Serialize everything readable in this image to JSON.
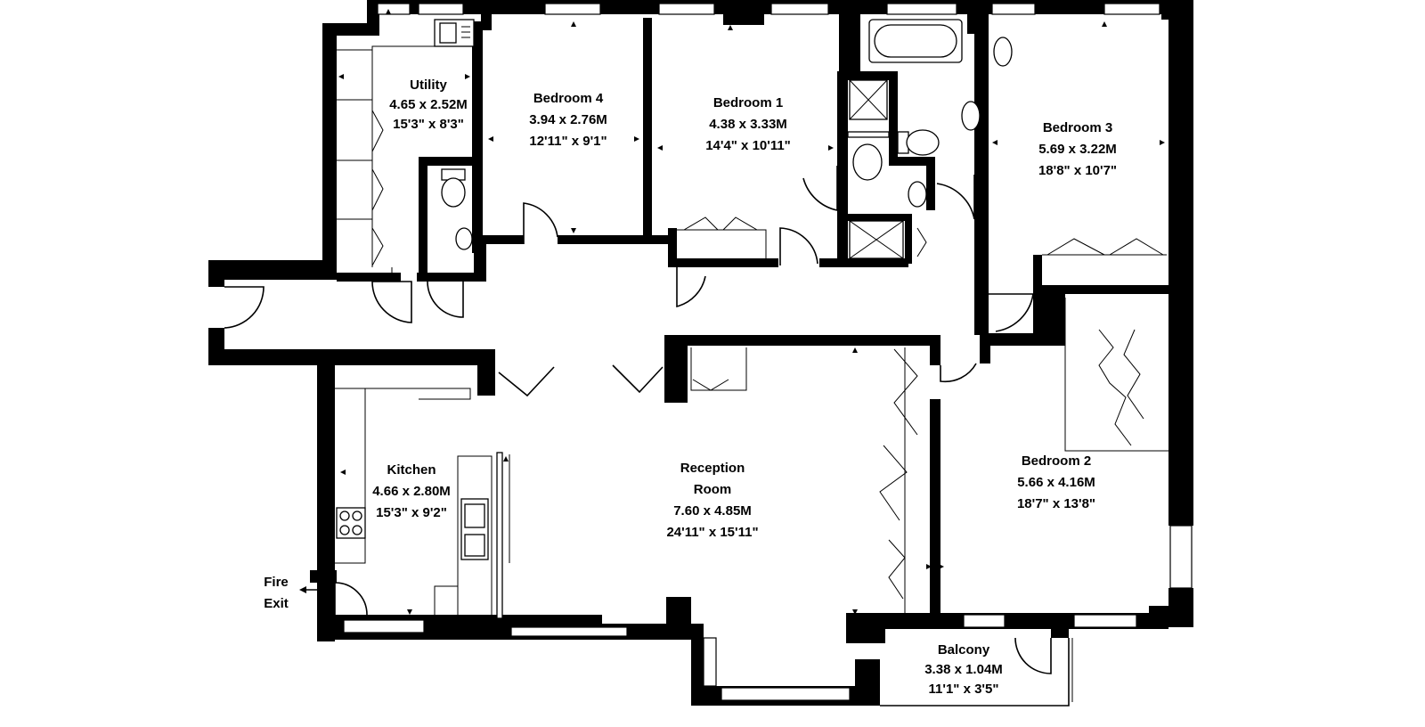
{
  "rooms": [
    {
      "id": "utility",
      "name": "Utility",
      "metric": "4.65 x 2.52M",
      "imperial": "15'3\" x 8'3\""
    },
    {
      "id": "bedroom4",
      "name": "Bedroom 4",
      "metric": "3.94 x 2.76M",
      "imperial": "12'11\" x 9'1\""
    },
    {
      "id": "bedroom1",
      "name": "Bedroom 1",
      "metric": "4.38 x 3.33M",
      "imperial": "14'4\" x 10'11\""
    },
    {
      "id": "bedroom3",
      "name": "Bedroom 3",
      "metric": "5.69 x 3.22M",
      "imperial": "18'8\" x 10'7\""
    },
    {
      "id": "kitchen",
      "name": "Kitchen",
      "metric": "4.66 x 2.80M",
      "imperial": "15'3\" x 9'2\""
    },
    {
      "id": "reception",
      "name": "Reception",
      "name2": "Room",
      "metric": "7.60 x 4.85M",
      "imperial": "24'11\" x 15'11\""
    },
    {
      "id": "bedroom2",
      "name": "Bedroom 2",
      "metric": "5.66 x 4.16M",
      "imperial": "18'7\" x 13'8\""
    },
    {
      "id": "balcony",
      "name": "Balcony",
      "metric": "3.38 x 1.04M",
      "imperial": "11'1\" x 3'5\""
    }
  ],
  "fire_exit": {
    "line1": "Fire",
    "line2": "Exit"
  }
}
